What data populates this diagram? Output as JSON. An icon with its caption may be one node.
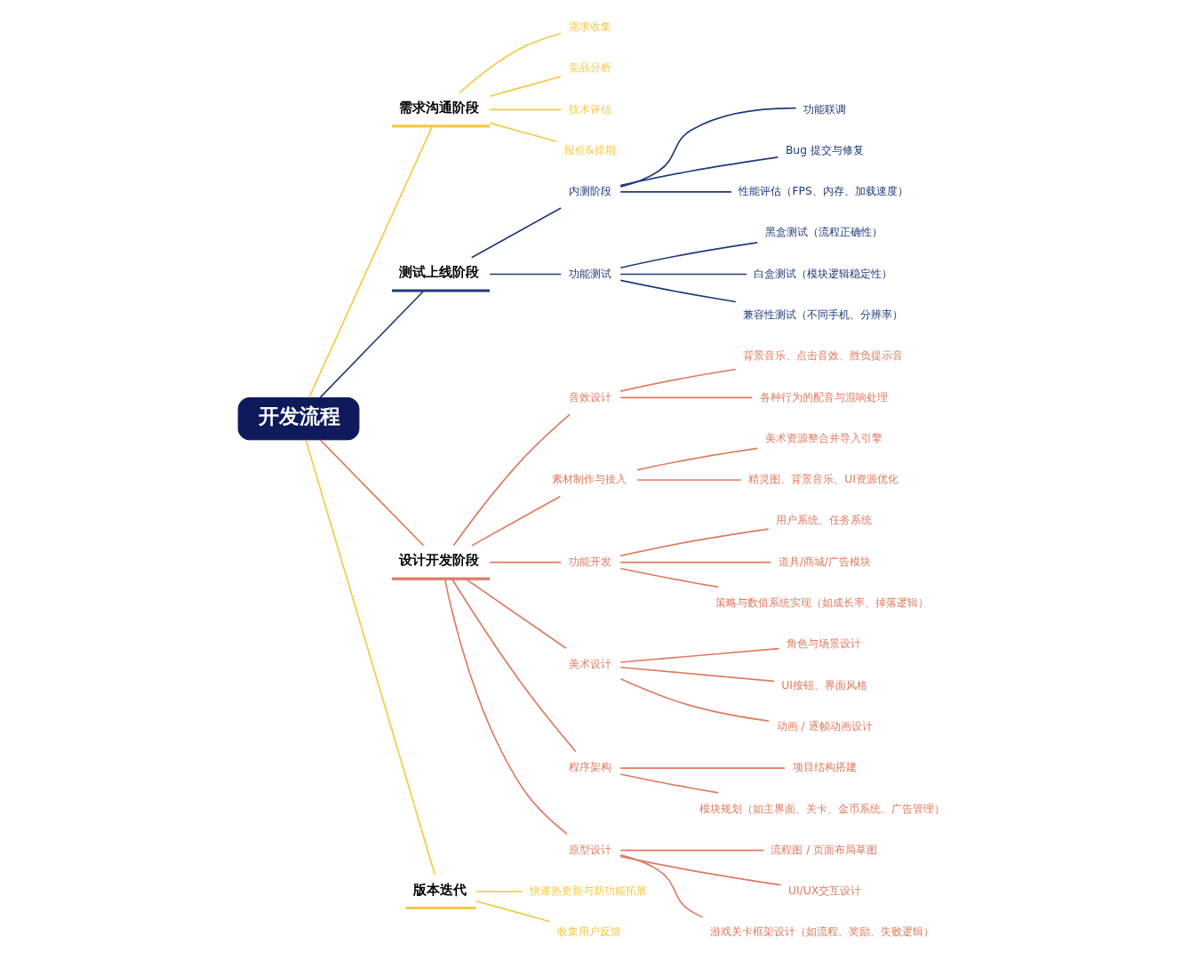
{
  "diagram": {
    "nodes": [
      {
        "text": [
          "开发流程"
        ]
      },
      {
        "text": [
          "需求沟通阶段"
        ]
      },
      {
        "text": [
          "需求收集"
        ]
      },
      {
        "text": [
          "竞品分析"
        ]
      },
      {
        "text": [
          "技术评估"
        ]
      },
      {
        "text": [
          "报价&排期"
        ]
      },
      {
        "text": [
          "测试上线阶段"
        ]
      },
      {
        "text": [
          "内测阶段"
        ]
      },
      {
        "text": [
          "功能联调"
        ]
      },
      {
        "text": [
          "Bug 提交与修复"
        ]
      },
      {
        "text": [
          "性能评估（FPS、内存、加载速度）"
        ]
      },
      {
        "text": [
          "功能测试"
        ]
      },
      {
        "text": [
          "黑盒测试（流程正确性）"
        ]
      },
      {
        "text": [
          "白盒测试（模块逻辑稳定性）"
        ]
      },
      {
        "text": [
          "兼容性测试（不同手机、分辨率）"
        ]
      },
      {
        "text": [
          "设计开发阶段"
        ]
      },
      {
        "text": [
          "音效设计"
        ]
      },
      {
        "text": [
          "背景音乐、点击音效、胜负提示音"
        ]
      },
      {
        "text": [
          "各种行为的配音与混响处理"
        ]
      },
      {
        "text": [
          "素材制作与接入"
        ]
      },
      {
        "text": [
          "美术资源整合并导入引擎"
        ]
      },
      {
        "text": [
          "精灵图、背景音乐、UI资源优化"
        ]
      },
      {
        "text": [
          "功能开发"
        ]
      },
      {
        "text": [
          "用户系统、任务系统"
        ]
      },
      {
        "text": [
          "道具/商城/广告模块"
        ]
      },
      {
        "text": [
          "策略与数值系统实现（如成长率、掉落逻辑）"
        ]
      },
      {
        "text": [
          "美术设计"
        ]
      },
      {
        "text": [
          "角色与场景设计"
        ]
      },
      {
        "text": [
          "UI按钮、界面风格"
        ]
      },
      {
        "text": [
          "动画 / 逐帧动画设计"
        ]
      },
      {
        "text": [
          "程序架构"
        ]
      },
      {
        "text": [
          "项目结构搭建"
        ]
      },
      {
        "text": [
          "模块规划（如主界面、关卡、金币系统、广告管理）"
        ]
      },
      {
        "text": [
          "原型设计"
        ]
      },
      {
        "text": [
          "流程图 / 页面布局草图"
        ]
      },
      {
        "text": [
          "UI/UX交互设计"
        ]
      },
      {
        "text": [
          "游戏关卡框架设计（如流程、奖励、失败逻辑）"
        ]
      },
      {
        "text": [
          "版本迭代"
        ]
      },
      {
        "text": [
          "快速热更新与新功能拓展"
        ]
      },
      {
        "text": [
          "收集用户反馈"
        ]
      }
    ],
    "edges": [
      {
        "from": 0,
        "to": 1,
        "arrow": "none",
        "color": "#f5c842"
      },
      {
        "from": 1,
        "to": 2,
        "arrow": "none",
        "color": "#f5c842"
      },
      {
        "from": 1,
        "to": 3,
        "arrow": "none",
        "color": "#f5c842"
      },
      {
        "from": 1,
        "to": 4,
        "arrow": "none",
        "color": "#f5c842"
      },
      {
        "from": 1,
        "to": 5,
        "arrow": "none",
        "color": "#f5c842"
      },
      {
        "from": 0,
        "to": 6,
        "arrow": "none",
        "color": "#1f3a7a"
      },
      {
        "from": 6,
        "to": 7,
        "arrow": "none",
        "color": "#1f3a7a"
      },
      {
        "from": 7,
        "to": 8,
        "arrow": "none",
        "color": "#1f3a7a"
      },
      {
        "from": 7,
        "to": 9,
        "arrow": "none",
        "color": "#1f3a7a"
      },
      {
        "from": 7,
        "to": 10,
        "arrow": "none",
        "color": "#1f3a7a"
      },
      {
        "from": 6,
        "to": 11,
        "arrow": "none",
        "color": "#1f3a7a"
      },
      {
        "from": 11,
        "to": 12,
        "arrow": "none",
        "color": "#1f3a7a"
      },
      {
        "from": 11,
        "to": 13,
        "arrow": "none",
        "color": "#1f3a7a"
      },
      {
        "from": 11,
        "to": 14,
        "arrow": "none",
        "color": "#1f3a7a"
      },
      {
        "from": 0,
        "to": 15,
        "arrow": "none"
      },
      {
        "from": 15,
        "to": 16,
        "arrow": "none"
      },
      {
        "from": 16,
        "to": 17,
        "arrow": "none"
      },
      {
        "from": 16,
        "to": 18,
        "arrow": "none"
      },
      {
        "from": 15,
        "to": 19,
        "arrow": "none"
      },
      {
        "from": 19,
        "to": 20,
        "arrow": "none"
      },
      {
        "from": 19,
        "to": 21,
        "arrow": "none"
      },
      {
        "from": 15,
        "to": 22,
        "arrow": "none"
      },
      {
        "from": 22,
        "to": 23,
        "arrow": "none"
      },
      {
        "from": 22,
        "to": 24,
        "arrow": "none"
      },
      {
        "from": 22,
        "to": 25,
        "arrow": "none"
      },
      {
        "from": 15,
        "to": 26,
        "arrow": "none"
      },
      {
        "from": 26,
        "to": 27,
        "arrow": "none"
      },
      {
        "from": 26,
        "to": 28,
        "arrow": "none"
      },
      {
        "from": 26,
        "to": 29,
        "arrow": "none"
      },
      {
        "from": 15,
        "to": 30,
        "arrow": "none"
      },
      {
        "from": 30,
        "to": 31,
        "arrow": "none"
      },
      {
        "from": 30,
        "to": 32,
        "arrow": "none"
      },
      {
        "from": 15,
        "to": 33,
        "arrow": "none"
      },
      {
        "from": 33,
        "to": 34,
        "arrow": "none"
      },
      {
        "from": 33,
        "to": 35,
        "arrow": "none"
      },
      {
        "from": 33,
        "to": 36,
        "arrow": "none"
      },
      {
        "from": 0,
        "to": 37,
        "arrow": "none",
        "color": "#f5c842"
      },
      {
        "from": 37,
        "to": 38,
        "arrow": "none",
        "color": "#f5c842"
      },
      {
        "from": 37,
        "to": 39,
        "arrow": "none",
        "color": "#f5c842"
      }
    ]
  }
}
